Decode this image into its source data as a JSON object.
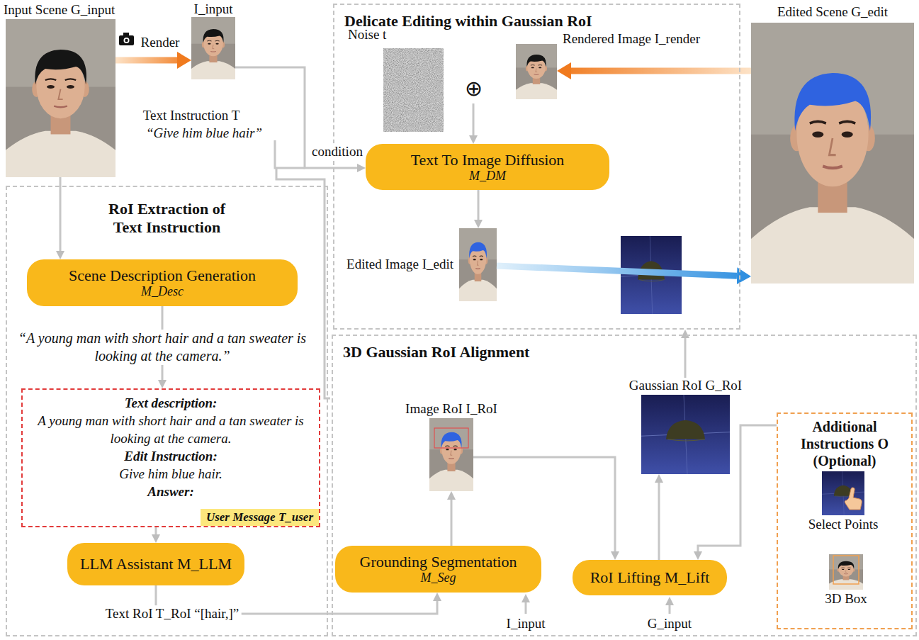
{
  "diagram": {
    "nodes": [
      {
        "text": [
          "Input Scene G_input"
        ]
      },
      {
        "text": [
          "I_input"
        ]
      },
      {
        "text": [
          "Delicate Editing within Gaussian RoI"
        ]
      },
      {
        "text": [
          "Noise t"
        ],
        "in": 2
      },
      {
        "text": [
          "Rendered Image I_render"
        ],
        "in": 2
      },
      {
        "text": [
          "Text To Image Diffusion",
          "M_DM"
        ],
        "in": 2
      },
      {
        "text": [
          "Edited Image I_edit"
        ],
        "in": 2
      },
      {
        "text": [
          "Edited Scene G_edit"
        ]
      },
      {
        "text": [
          "RoI Extraction of Text Instruction"
        ]
      },
      {
        "text": [
          "Scene Description Generation",
          "M_Desc"
        ],
        "in": 8
      },
      {
        "text": [
          "Text description:",
          "A young man with short hair and a tan sweater is looking at the camera.",
          "Edit Instruction:",
          "Give him blue hair.",
          "Answer:"
        ],
        "in": 8
      },
      {
        "text": [
          "User Message T_user"
        ],
        "in": 10
      },
      {
        "text": [
          "LLM Assistant M_LLM"
        ],
        "in": 8
      },
      {
        "text": [
          "3D Gaussian RoI Alignment"
        ]
      },
      {
        "text": [
          "Image RoI I_RoI"
        ],
        "in": 13
      },
      {
        "text": [
          "Gaussian RoI G_RoI"
        ],
        "in": 13
      },
      {
        "text": [
          "Additional Instructions O (Optional)"
        ],
        "in": 13
      },
      {
        "text": [
          "Select Points"
        ],
        "in": 16
      },
      {
        "text": [
          "3D Box"
        ],
        "in": 16
      },
      {
        "text": [
          "Grounding Segmentation",
          "M_Seg"
        ],
        "in": 13
      },
      {
        "text": [
          "RoI Lifting M_Lift"
        ],
        "in": 13
      }
    ],
    "edges": [
      {
        "from": 0,
        "to": 1,
        "label": "Render",
        "arrow": "to"
      },
      {
        "from": 1,
        "to": 5,
        "label": "condition",
        "arrow": "to"
      },
      {
        "from": 0,
        "to": 9,
        "arrow": "to"
      },
      {
        "from": 9,
        "to": 10,
        "label": "“A young man with short hair and a tan sweater is looking at the camera.”",
        "arrow": "to"
      },
      {
        "from": 10,
        "to": 12,
        "arrow": "to"
      },
      {
        "from": 12,
        "to": 19,
        "label": "Text RoI T_RoI “[hair,]”",
        "arrow": "to"
      },
      {
        "from": 19,
        "to": 14,
        "arrow": "to"
      },
      {
        "from": 14,
        "to": 20,
        "arrow": "to"
      },
      {
        "from": 20,
        "to": 15,
        "arrow": "to"
      },
      {
        "from": 16,
        "to": 20,
        "arrow": "to"
      },
      {
        "from": 15,
        "to": 2,
        "arrow": "to"
      },
      {
        "from": 6,
        "to": 7,
        "arrow": "to"
      },
      {
        "from": 7,
        "to": 4,
        "arrow": "to"
      },
      {
        "from": 5,
        "to": 6,
        "arrow": "to"
      }
    ],
    "labels": [
      "Text Instruction T",
      "“Give him blue hair”",
      "⊕",
      "I_input",
      "G_input"
    ]
  }
}
